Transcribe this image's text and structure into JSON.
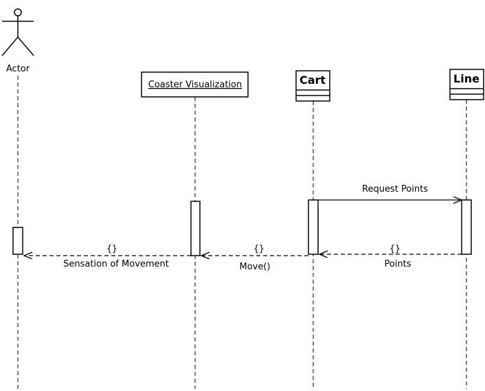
{
  "participants": {
    "actor": {
      "label": "Actor"
    },
    "coaster_visualization": {
      "label": "Coaster Visualization"
    },
    "cart": {
      "label": "Cart"
    },
    "line": {
      "label": "Line"
    }
  },
  "messages": [
    {
      "from": "cart",
      "to": "line",
      "kind": "sync",
      "label": "Request Points"
    },
    {
      "from": "line",
      "to": "cart",
      "kind": "return",
      "guard": "{}",
      "label": "Points"
    },
    {
      "from": "cart",
      "to": "coaster_visualization",
      "kind": "return",
      "guard": "{}",
      "label": "Move()"
    },
    {
      "from": "coaster_visualization",
      "to": "actor",
      "kind": "return",
      "guard": "{}",
      "label": "Sensation of Movement"
    }
  ],
  "colors": {
    "stroke": "#000000",
    "background": "#ffffff"
  }
}
